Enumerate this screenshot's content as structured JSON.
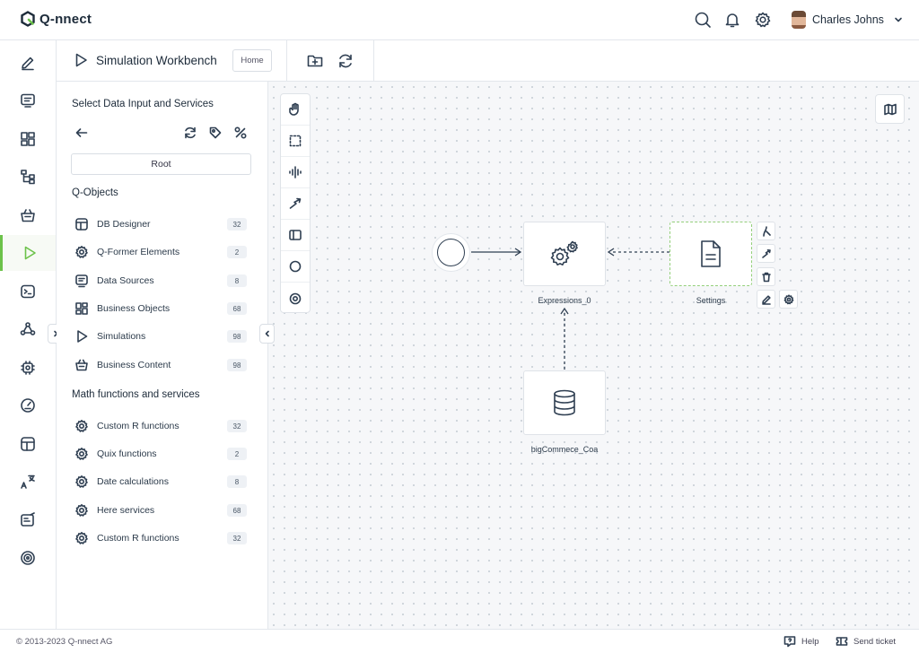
{
  "app": {
    "logo_text": "Q-nnect",
    "brand_color": "#6cc24a"
  },
  "header": {
    "user_name": "Charles Johns",
    "icons": [
      "search-icon",
      "bell-icon",
      "gear-icon"
    ]
  },
  "nav": {
    "items": [
      "edit-icon",
      "screen-icon",
      "dashboard-icon",
      "hierarchy-icon",
      "basket-icon",
      "play-icon",
      "terminal-icon",
      "network-icon",
      "chip-icon",
      "gauge-icon",
      "layout-icon",
      "translate-icon",
      "note-icon",
      "target-icon"
    ],
    "active": "play-icon"
  },
  "workbench": {
    "title": "Simulation Workbench",
    "home_label": "Home"
  },
  "panel": {
    "title": "Select Data Input and Services",
    "root_label": "Root",
    "section1": {
      "title": "Q-Objects",
      "items": [
        {
          "label": "DB Designer",
          "count": "32",
          "icon": "table-icon"
        },
        {
          "label": "Q-Former Elements",
          "count": "2",
          "icon": "gear-icon"
        },
        {
          "label": "Data Sources",
          "count": "8",
          "icon": "server-icon"
        },
        {
          "label": "Business Objects",
          "count": "68",
          "icon": "dashboard-icon"
        },
        {
          "label": "Simulations",
          "count": "98",
          "icon": "play-icon"
        },
        {
          "label": "Business Content",
          "count": "98",
          "icon": "basket-icon"
        }
      ]
    },
    "section2": {
      "title": "Math functions and services",
      "items": [
        {
          "label": "Custom R functions",
          "count": "32",
          "icon": "gear-icon"
        },
        {
          "label": "Quix functions",
          "count": "2",
          "icon": "gear-icon"
        },
        {
          "label": "Date calculations",
          "count": "8",
          "icon": "gear-icon"
        },
        {
          "label": "Here services",
          "count": "68",
          "icon": "gear-icon"
        },
        {
          "label": "Custom R functions",
          "count": "32",
          "icon": "gear-icon"
        }
      ]
    }
  },
  "canvas": {
    "nodes": {
      "expressions": "Expressions_0",
      "settings": "Settings",
      "source": "bigCommece_Coa"
    }
  },
  "footer": {
    "copyright": "© 2013-2023 Q-nnect AG",
    "help": "Help",
    "send_ticket": "Send ticket"
  }
}
